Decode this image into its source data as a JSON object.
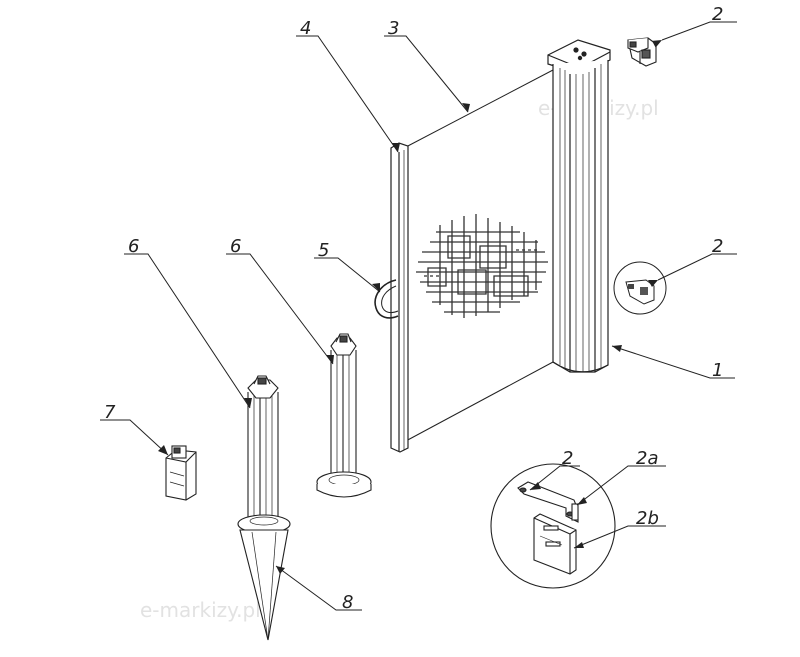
{
  "watermark": "e-markizy.pl",
  "labels": {
    "l1": "1",
    "l2_top": "2",
    "l2_mid": "2",
    "l2_detail": "2",
    "l2a": "2a",
    "l2b": "2b",
    "l3": "3",
    "l4": "4",
    "l5": "5",
    "l6_left": "6",
    "l6_right": "6",
    "l7": "7",
    "l8": "8"
  },
  "colors": {
    "line": "#222222",
    "mesh": "#333333",
    "watermark": "#e2e2e2"
  }
}
